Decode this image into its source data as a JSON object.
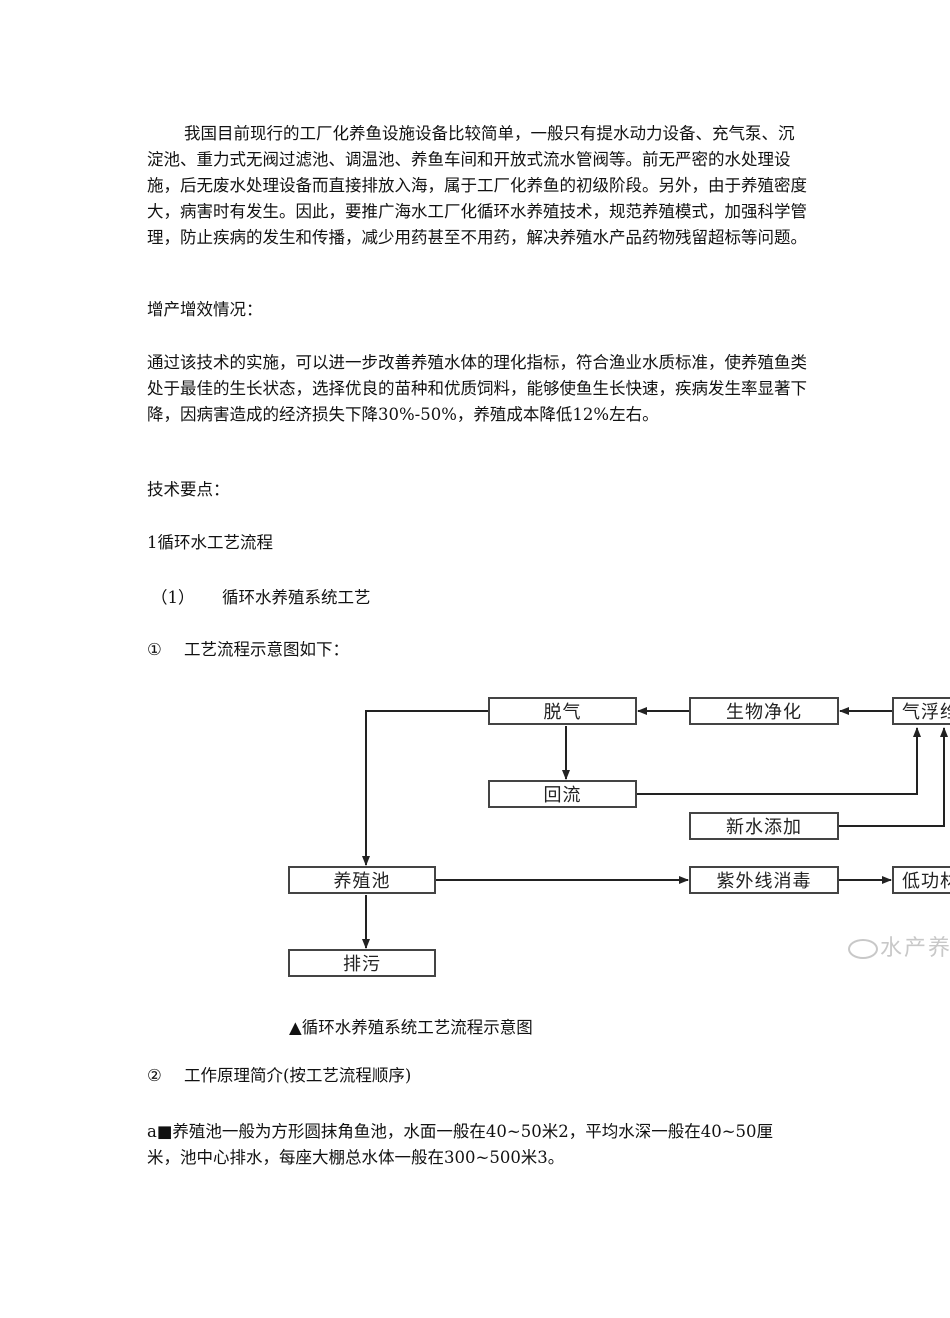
{
  "intro_paragraph": "我国目前现行的工厂化养鱼设施设备比较简单，一般只有提水动力设备、充气泵、沉淀池、重力式无阀过滤池、调温池、养鱼车间和开放式流水管阀等。前无严密的水处理设施，后无废水处理设备而直接排放入海，属于工厂化养鱼的初级阶段。另外，由于养殖密度大，病害时有发生。因此，要推广海水工厂化循环水养殖技术，规范养殖模式，加强科学管理，防止疾病的发生和传播，减少用药甚至不用药，解决养殖水产品药物残留超标等问题。",
  "heading_benefit": "增产增效情况：",
  "benefit_paragraph": "通过该技术的实施，可以进一步改善养殖水体的理化指标，符合渔业水质标准，使养殖鱼类处于最佳的生长状态，选择优良的苗种和优质饲料，能够使鱼生长快速，疾病发生率显著下降，因病害造成的经济损失下降30%-50%，养殖成本降低12%左右。",
  "heading_key_points": "技术要点：",
  "section_1": "1循环水工艺流程",
  "subsection_1_num": "（1）",
  "subsection_1_text": "循环水养殖系统工艺",
  "item_1_num": "①",
  "item_1_text": "工艺流程示意图如下：",
  "diagram": {
    "box_degas": "脱气",
    "box_bio": "生物净化",
    "box_float": "气浮绉",
    "box_return": "回流",
    "box_newwater": "新水添加",
    "box_pond": "养殖池",
    "box_uv": "紫外线消毒",
    "box_lowpower": "低功材",
    "box_drain": "排污",
    "watermark": "水产养"
  },
  "caption": "▲循环水养殖系统工艺流程示意图",
  "item_2_num": "②",
  "item_2_text": "工作原理简介(按工艺流程顺序)",
  "para_a": "a■养殖池一般为方形圆抹角鱼池，水面一般在40~50米2，平均水深一般在40~50厘米，池中心排水，每座大棚总水体一般在300~500米3。"
}
